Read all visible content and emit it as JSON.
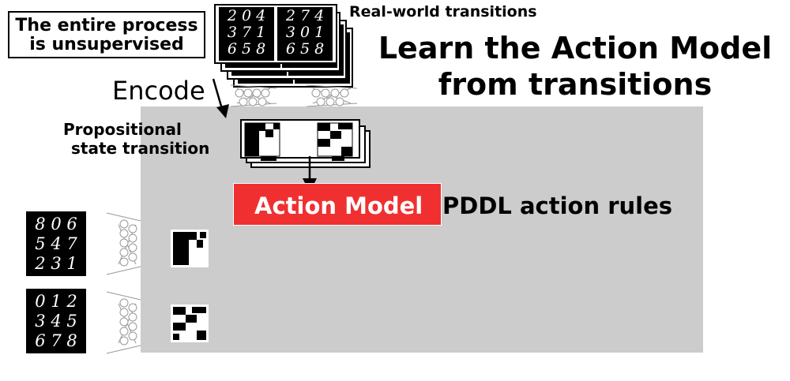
{
  "title": {
    "line1": "Learn the Action Model",
    "line2": "from transitions"
  },
  "note": {
    "line1": "The entire process",
    "line2": "is unsupervised"
  },
  "real_world_label": "Real-world transitions",
  "encode_label": "Encode",
  "propositional_label": {
    "line1": "Propositional",
    "line2": "state transition"
  },
  "action_model": {
    "label": "Action Model",
    "equals": "=",
    "rule": "PDDL action rules"
  },
  "mnist_top_front": {
    "before": [
      "2 0 4",
      "3 7 1",
      "6 5 8"
    ],
    "after": [
      "2 7 4",
      "3 0 1",
      "6 5 8"
    ]
  },
  "mnist_left": [
    {
      "rows": [
        "8 0 6",
        "5 4 7",
        "2 3 1"
      ]
    },
    {
      "rows": [
        "0 1 2",
        "3 4 5",
        "6 7 8"
      ]
    }
  ],
  "colors": {
    "accent": "#f03030",
    "panel": "#cccccc"
  }
}
